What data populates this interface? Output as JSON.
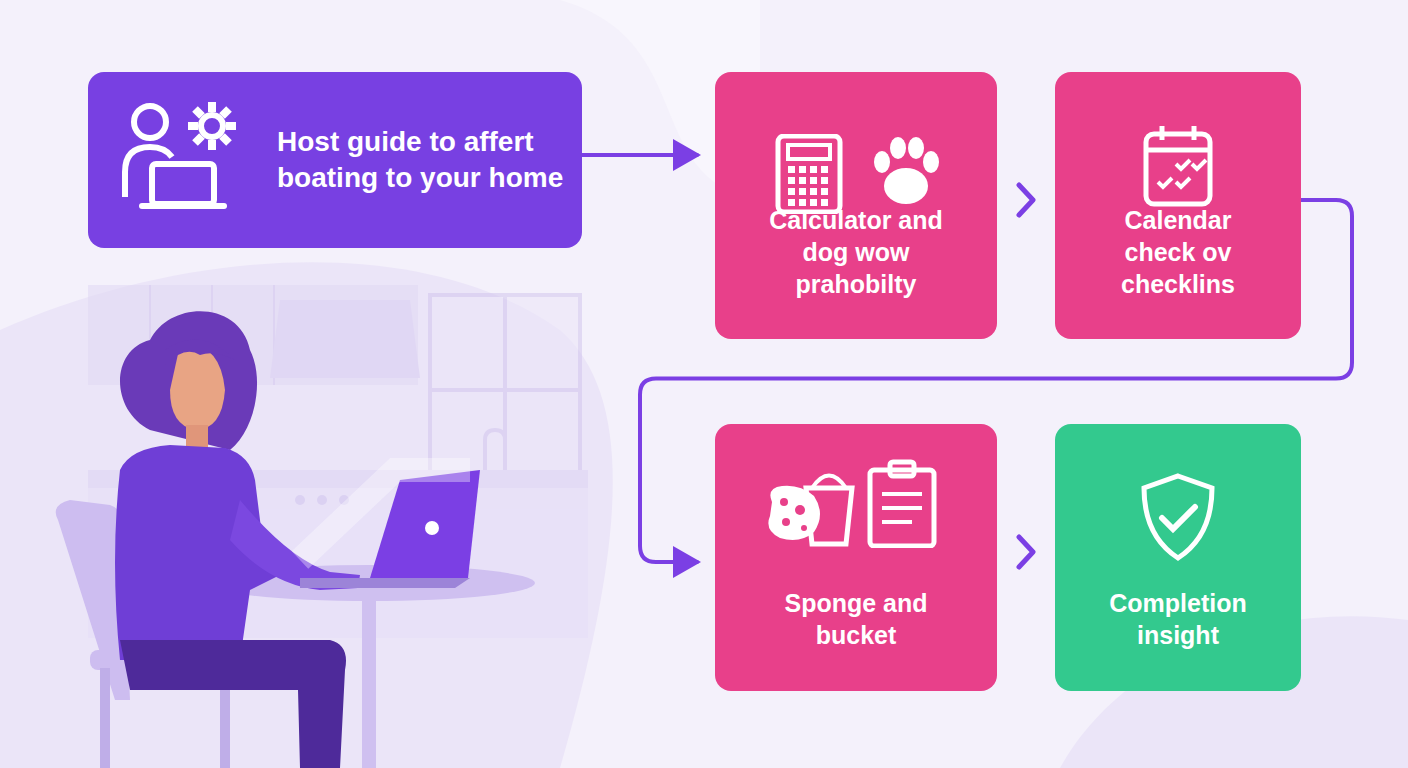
{
  "diagram": {
    "nodes": [
      {
        "text": [
          "Host guide to affert boating to your home"
        ]
      },
      {
        "text": [
          "Calculator and dog wow prahobilty"
        ]
      },
      {
        "text": [
          "Calendar check ov checklins"
        ]
      },
      {
        "text": [
          "Sponge and bucket"
        ]
      },
      {
        "text": [
          "Completion insight"
        ]
      }
    ],
    "edges": [
      {
        "from": 0,
        "to": 1,
        "arrow": "to"
      },
      {
        "from": 1,
        "to": 2,
        "arrow": "to"
      },
      {
        "from": 2,
        "to": 3,
        "arrow": "to"
      },
      {
        "from": 3,
        "to": 4,
        "arrow": "to"
      }
    ]
  }
}
